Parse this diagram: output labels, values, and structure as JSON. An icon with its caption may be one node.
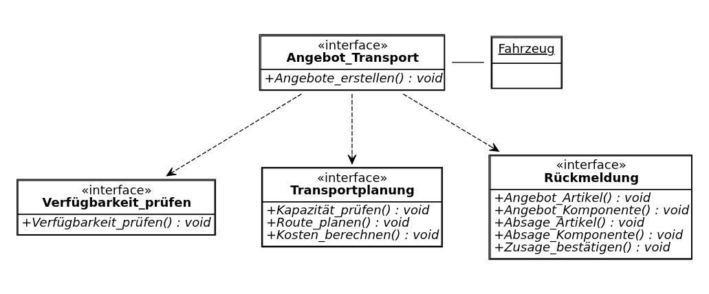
{
  "diagram": {
    "nodes": [
      {
        "text": [
          "«interface»",
          "Angebot_Transport",
          "+Angebote_erstellen() : void"
        ]
      },
      {
        "text": [
          "Fahrzeug"
        ]
      },
      {
        "text": [
          "«interface»",
          "Verfügbarkeit_prüfen",
          "+Verfügbarkeit_prüfen() : void"
        ]
      },
      {
        "text": [
          "«interface»",
          "Transportplanung",
          "+Kapazität_prüfen() : void",
          "+Route_planen() : void",
          "+Kosten_berechnen() : void"
        ]
      },
      {
        "text": [
          "«interface»",
          "Rückmeldung",
          "+Angebot_Artikel() : void",
          "+Angebot_Komponente() : void",
          "+Absage_Artikel() : void",
          "+Absage_Komponente() : void",
          "+Zusage_bestätigen() : void"
        ]
      }
    ],
    "edges": [
      {
        "from": 0,
        "to": 1,
        "arrow": "none"
      },
      {
        "from": 0,
        "to": 2,
        "arrow": "to",
        "style": "dashed"
      },
      {
        "from": 0,
        "to": 3,
        "arrow": "to",
        "style": "dashed"
      },
      {
        "from": 0,
        "to": 4,
        "arrow": "to",
        "style": "dashed"
      }
    ]
  }
}
